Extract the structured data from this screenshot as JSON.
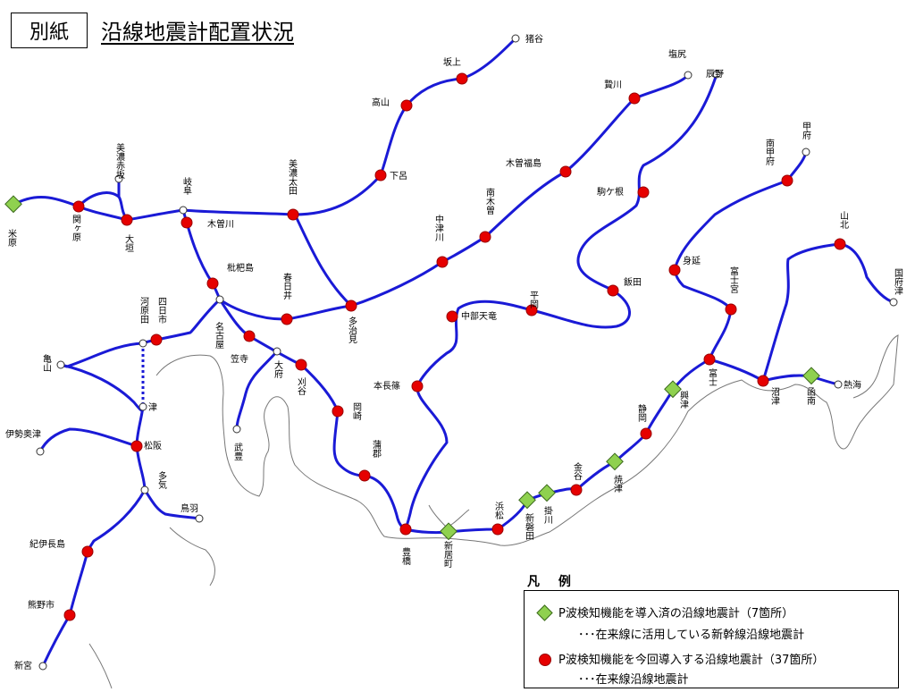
{
  "header": {
    "tag": "別紙",
    "title": "沿線地震計配置状況"
  },
  "legend": {
    "title": "凡 例",
    "green_label": "P波検知機能を導入済の沿線地震計（7箇所）",
    "green_sub": "･･･在来線に活用している新幹線沿線地震計",
    "red_label": "P波検知機能を今回導入する沿線地震計（37箇所）",
    "red_sub": "･･･在来線沿線地震計"
  },
  "stations": {
    "maibara": "米原",
    "sekigahara": "関ヶ原",
    "ogaki": "大垣",
    "minoakasaka": "美濃赤坂",
    "gifu": "岐阜",
    "kisogawa": "木曽川",
    "minoota": "美濃太田",
    "gero": "下呂",
    "takayama": "高山",
    "sakakami": "坂上",
    "inotani": "猪谷",
    "biwajima": "枇杷島",
    "nagoya": "名古屋",
    "kasugai": "春日井",
    "tajimi": "多治見",
    "nakatsugawa": "中津川",
    "nagiso": "南木曽",
    "kisofukushima": "木曽福島",
    "niekawa": "贄川",
    "shiojiri": "塩尻",
    "tatsuno": "辰野",
    "komagane": "駒ケ根",
    "iida": "飯田",
    "hiraoka": "平岡",
    "chubutenryu": "中部天竜",
    "honnagashino": "本長篠",
    "toyohashi": "豊橋",
    "gamagori": "蒲郡",
    "okazaki": "岡崎",
    "kariya": "刈谷",
    "obu": "大府",
    "kasadera": "笠寺",
    "taketoyo": "武豊",
    "yokkaichi": "四日市",
    "kawarada": "河原田",
    "kameyama": "亀山",
    "tsu": "津",
    "iseokitsu": "伊勢奥津",
    "matsusaka": "松阪",
    "taki": "多気",
    "toba": "鳥羽",
    "kiinagashima": "紀伊長島",
    "kumanoshi": "熊野市",
    "shingu": "新宮",
    "shinjo": "新居町",
    "hamamatsu": "浜松",
    "shiniwata": "新磐田",
    "kakegawa": "掛川",
    "kanaya": "金谷",
    "yaizu": "焼津",
    "shizuoka": "静岡",
    "okitsu": "興津",
    "fuji": "富士",
    "fujinomiya": "富士宮",
    "minobu": "身延",
    "minamikofu": "南甲府",
    "kofu": "甲府",
    "yamakita": "山北",
    "kozu": "国府津",
    "numazu": "沼津",
    "kannami": "函南",
    "atami": "熱海"
  }
}
